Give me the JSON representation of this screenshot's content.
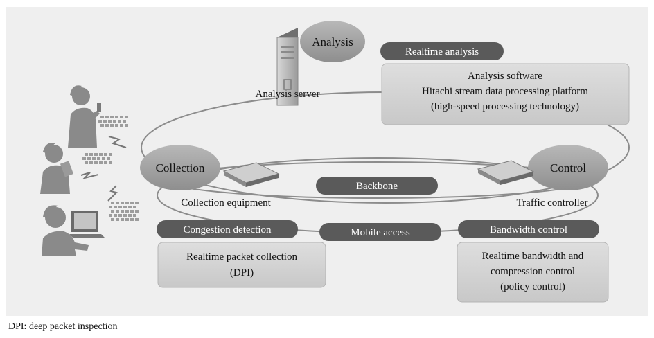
{
  "figure": {
    "footnote": "DPI: deep packet inspection"
  },
  "nodes": {
    "analysis": "Analysis",
    "analysis_server": "Analysis server",
    "collection": "Collection",
    "collection_equipment": "Collection equipment",
    "control": "Control",
    "traffic_controller": "Traffic controller"
  },
  "pills": {
    "realtime_analysis": "Realtime analysis",
    "backbone": "Backbone",
    "congestion_detection": "Congestion detection",
    "mobile_access": "Mobile access",
    "bandwidth_control": "Bandwidth control"
  },
  "boxes": {
    "analysis_software": [
      "Analysis software",
      "Hitachi stream data processing platform",
      "(high-speed processing technology)"
    ],
    "packet_collection": [
      "Realtime packet collection",
      "(DPI)"
    ],
    "bandwidth_compression": [
      "Realtime bandwidth and",
      "compression control",
      "(policy control)"
    ]
  },
  "colors": {
    "background": "#efefef",
    "pill": "#5a5a5a",
    "node": "#9a9a9a",
    "box": "#d3d3d3",
    "ring": "#8c8c8c",
    "person": "#8a8a8a",
    "packet": "#9c9c9c"
  },
  "icons": [
    "server-icon",
    "network-switch-icon",
    "person-phone-icon",
    "person-tablet-icon",
    "person-laptop-icon",
    "lightning-icon",
    "packet-stream-icon"
  ]
}
